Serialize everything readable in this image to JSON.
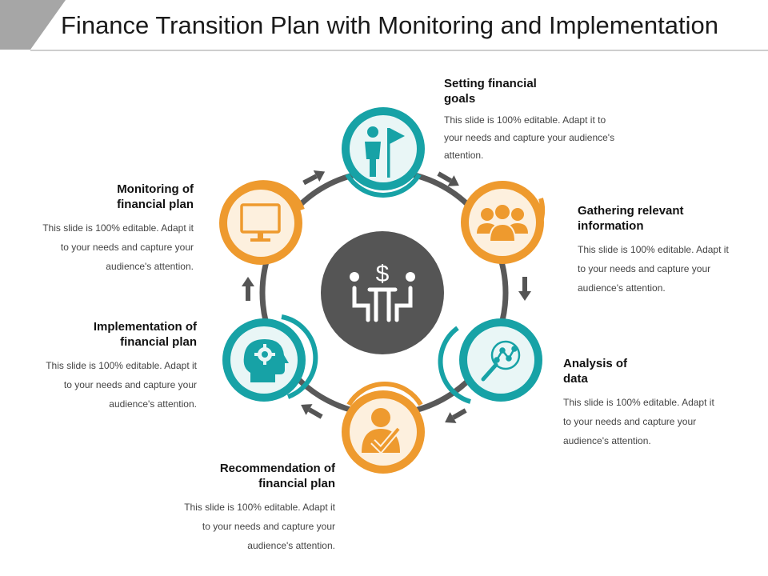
{
  "title": "Finance Transition Plan with Monitoring and Implementation",
  "colors": {
    "teal": "#17A2A6",
    "orange": "#EE9A2E",
    "dark": "#555555",
    "ring": "#595959"
  },
  "center": {
    "icon": "finance-meeting-icon",
    "symbol": "$"
  },
  "steps": [
    {
      "id": "setting-goals",
      "heading": "Setting financial goals",
      "heading_lines": [
        "Setting financial",
        "goals"
      ],
      "desc_lines": [
        "This slide is 100% editable. Adapt it to",
        "your needs and capture your audience's",
        "attention."
      ],
      "icon": "person-flag-icon",
      "color": "teal"
    },
    {
      "id": "gathering-info",
      "heading": "Gathering relevant information",
      "heading_lines": [
        "Gathering relevant",
        "information"
      ],
      "desc_lines": [
        "This slide is 100% editable. Adapt it",
        "to your needs and capture your",
        "audience's attention."
      ],
      "icon": "group-people-icon",
      "color": "orange"
    },
    {
      "id": "analysis",
      "heading": "Analysis of data",
      "heading_lines": [
        "Analysis of",
        "data"
      ],
      "desc_lines": [
        "This slide is 100% editable. Adapt it",
        "to your needs and capture your",
        "audience's attention."
      ],
      "icon": "magnifier-chart-icon",
      "color": "teal"
    },
    {
      "id": "recommendation",
      "heading": "Recommendation of financial plan",
      "heading_lines": [
        "Recommendation of",
        "financial plan"
      ],
      "desc_lines": [
        "This slide is 100% editable. Adapt it",
        "to your needs and capture your",
        "audience's attention."
      ],
      "icon": "person-check-icon",
      "color": "orange"
    },
    {
      "id": "implementation",
      "heading": "Implementation of financial plan",
      "heading_lines": [
        "Implementation of",
        "financial plan"
      ],
      "desc_lines": [
        "This slide is 100% editable. Adapt it",
        "to your needs and capture your",
        "audience's attention."
      ],
      "icon": "head-gear-icon",
      "color": "teal"
    },
    {
      "id": "monitoring",
      "heading": "Monitoring of financial plan",
      "heading_lines": [
        "Monitoring of",
        "financial plan"
      ],
      "desc_lines": [
        "This slide is 100% editable. Adapt it",
        "to your needs and capture your",
        "audience's attention."
      ],
      "icon": "monitor-icon",
      "color": "orange"
    }
  ]
}
